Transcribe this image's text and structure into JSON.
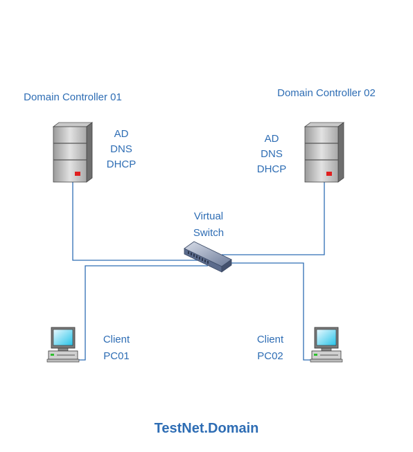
{
  "diagram": {
    "title": "TestNet.Domain",
    "nodes": {
      "dc01": {
        "name": "Domain Controller 01",
        "roles": [
          "AD",
          "DNS",
          "DHCP"
        ]
      },
      "dc02": {
        "name": "Domain Controller 02",
        "roles": [
          "AD",
          "DNS",
          "DHCP"
        ]
      },
      "switch": {
        "name_line1": "Virtual",
        "name_line2": "Switch"
      },
      "pc01": {
        "name_line1": "Client",
        "name_line2": "PC01"
      },
      "pc02": {
        "name_line1": "Client",
        "name_line2": "PC02"
      }
    },
    "colors": {
      "text": "#2e6db4",
      "link": "#2e6db4"
    }
  }
}
